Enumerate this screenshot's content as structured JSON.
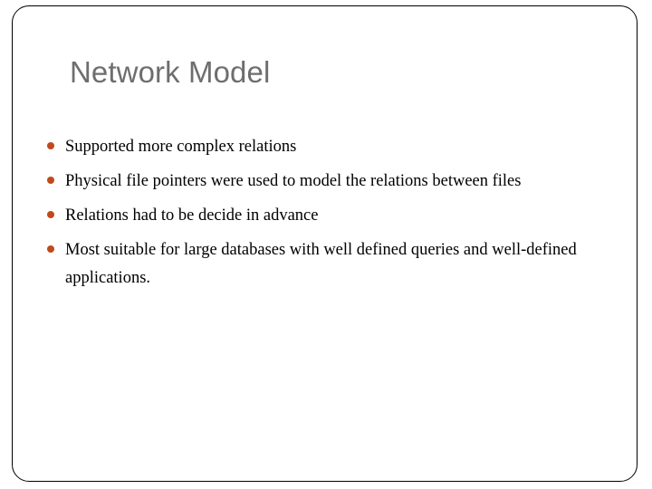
{
  "slide": {
    "title": "Network Model",
    "title_color": "#6e6e6e",
    "background_color": "#ffffff",
    "border_color": "#000000",
    "bullet_color": "#bf4a1c",
    "body_text_color": "#000000",
    "bullets": [
      {
        "text": "Supported more complex relations"
      },
      {
        "text": "Physical file pointers were used to model the relations between files"
      },
      {
        "text": "Relations had to be decide in advance"
      },
      {
        "text": "Most suitable for large databases with well defined queries and well-defined applications."
      }
    ]
  }
}
